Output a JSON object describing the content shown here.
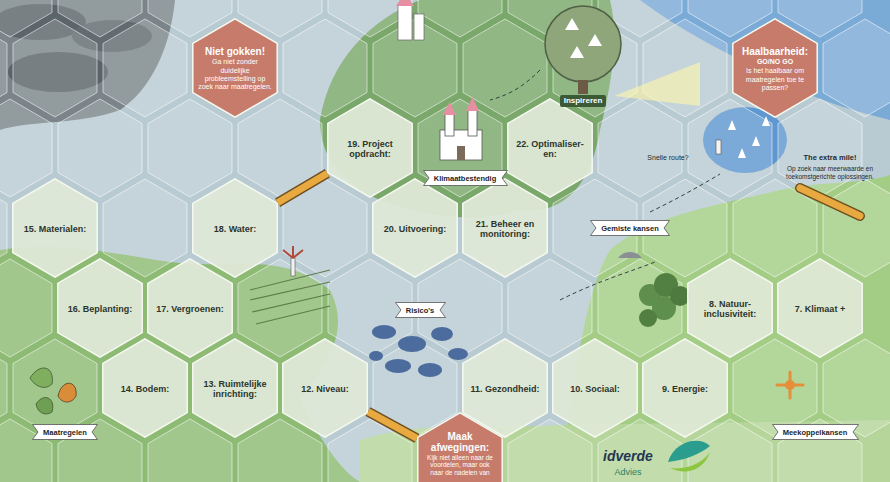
{
  "diagram": {
    "nodes": [
      {
        "text": [
          "Niet gokken!",
          "Ga niet zonder duidelijke probleemstelling op zoek naar maatregelen."
        ]
      },
      {
        "text": [
          "Haalbaarheid:",
          "GO/NO GO",
          "Is het haalbaar om maatregelen toe te passen?"
        ]
      },
      {
        "text": [
          "19. Project opdracht:"
        ]
      },
      {
        "text": [
          "Klimaatbestendig"
        ]
      },
      {
        "text": [
          "22. Optimaliser- en:"
        ]
      },
      {
        "text": [
          "15. Materialen:"
        ]
      },
      {
        "text": [
          "18. Water:"
        ]
      },
      {
        "text": [
          "20. Uitvoering:"
        ]
      },
      {
        "text": [
          "21. Beheer en monitoring:"
        ]
      },
      {
        "text": [
          "Gemiste kansen"
        ]
      },
      {
        "text": [
          "16. Beplanting:"
        ]
      },
      {
        "text": [
          "17. Vergroenen:"
        ]
      },
      {
        "text": [
          "Risico's"
        ]
      },
      {
        "text": [
          "8. Natuur- inclusiviteit:"
        ]
      },
      {
        "text": [
          "7. Klimaat +"
        ]
      },
      {
        "text": [
          "14. Bodem:"
        ]
      },
      {
        "text": [
          "13. Ruimtelijke inrichting:"
        ]
      },
      {
        "text": [
          "12. Niveau:"
        ]
      },
      {
        "text": [
          "11. Gezondheid:"
        ]
      },
      {
        "text": [
          "10. Sociaal:"
        ]
      },
      {
        "text": [
          "9. Energie:"
        ]
      },
      {
        "text": [
          "Maatregelen"
        ]
      },
      {
        "text": [
          "Maak afwegingen:",
          "Kijk niet alleen naar de voordelen, maar ook naar de nadelen van"
        ]
      },
      {
        "text": [
          "Meekoppelkansen"
        ]
      }
    ],
    "edges": [
      {
        "from": 6,
        "to": 2,
        "arrow": "none"
      },
      {
        "from": 17,
        "to": 22,
        "arrow": "none"
      }
    ],
    "labels": [
      "Inspireren",
      "Snelle route?",
      "The extra mile!",
      "Op zoek naar meerwaarde en toekomstgerichte oplossingen.",
      "idverde",
      "Advies"
    ]
  }
}
